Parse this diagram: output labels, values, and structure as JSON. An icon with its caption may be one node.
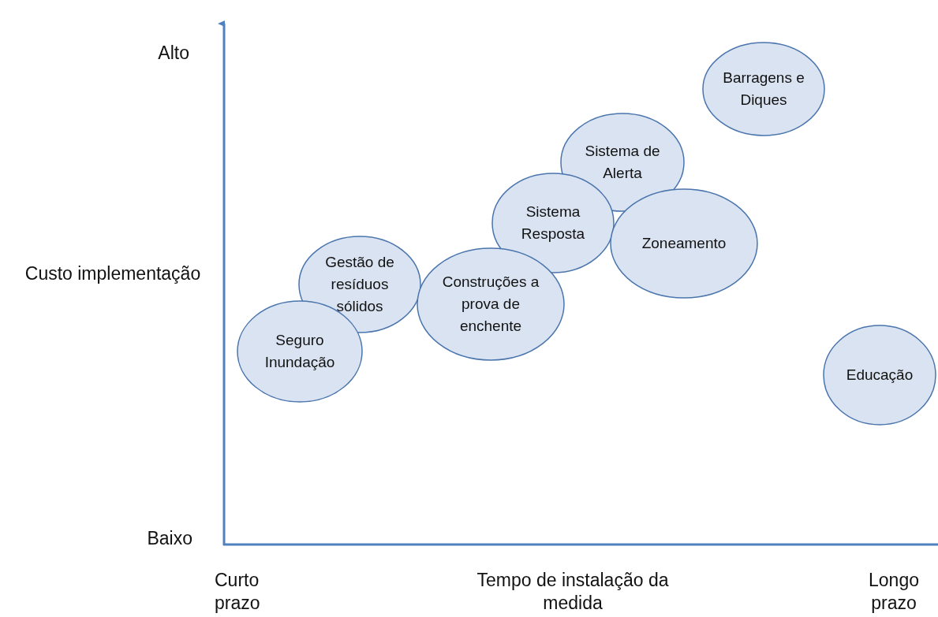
{
  "diagram": {
    "nodes": [
      {
        "text": [
          "Barragens e Diques"
        ]
      },
      {
        "text": [
          "Sistema de Alerta"
        ]
      },
      {
        "text": [
          "Sistema Resposta"
        ]
      },
      {
        "text": [
          "Zoneamento"
        ]
      },
      {
        "text": [
          "Gestão de resíduos sólidos"
        ]
      },
      {
        "text": [
          "Construções a prova de enchente"
        ]
      },
      {
        "text": [
          "Seguro Inundação"
        ]
      },
      {
        "text": [
          "Educação"
        ]
      }
    ],
    "edges": [],
    "labels": [
      "Alto",
      "Custo implementação",
      "Baixo",
      "Curto prazo",
      "Tempo de instalação da medida",
      "Longo prazo"
    ]
  }
}
